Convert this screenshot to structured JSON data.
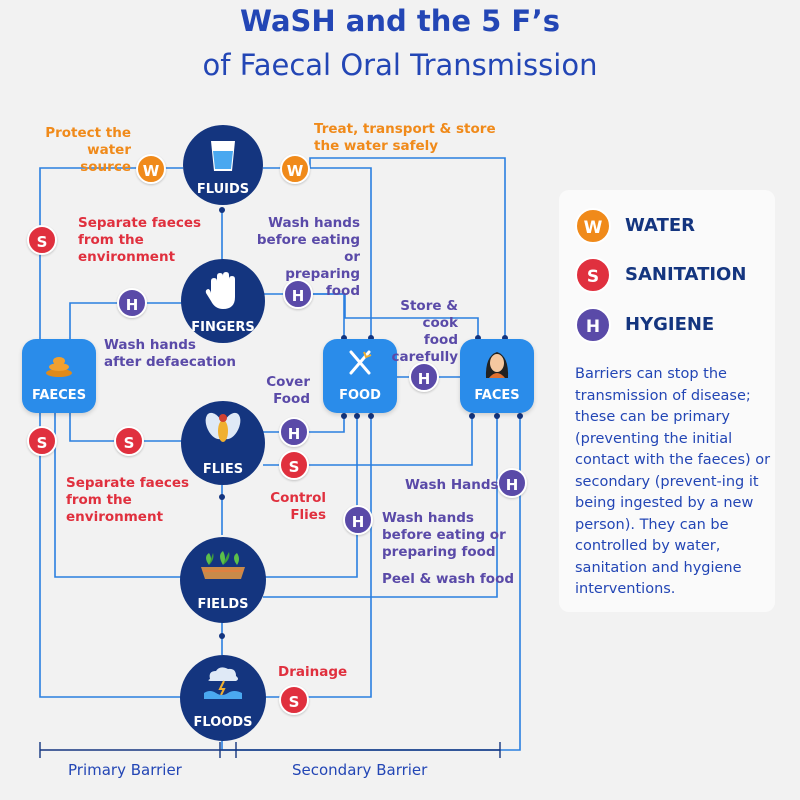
{
  "title": {
    "line1": "WaSH and the 5 F’s",
    "line2": "of Faecal Oral Transmission"
  },
  "nodes": {
    "fluids": "FLUIDS",
    "fingers": "FINGERS",
    "flies": "FLIES",
    "fields": "FIELDS",
    "floods": "FLOODS",
    "faeces": "FAECES",
    "food": "FOOD",
    "faces": "FACES"
  },
  "badges": {
    "water": "W",
    "sanitation": "S",
    "hygiene": "H"
  },
  "labels": {
    "protect_water": "Protect the\nwater source",
    "treat_water": "Treat, transport & store\nthe water safely",
    "separate_faeces_top": "Separate faeces\nfrom the\nenvironment",
    "wash_hands_eating_top": "Wash hands\nbefore eating or\npreparing food",
    "store_cook": "Store &\ncook food\ncarefully",
    "wash_defaecation": "Wash hands\nafter defaecation",
    "cover_food": "Cover\nFood",
    "separate_faeces_bottom": "Separate faeces\nfrom the\nenvironment",
    "control_flies": "Control\nFlies",
    "wash_hands_short": "Wash Hands",
    "wash_hands_eating_bottom": "Wash hands\nbefore eating or\npreparing food",
    "peel_wash": "Peel & wash food",
    "drainage": "Drainage"
  },
  "legend": {
    "water": "WATER",
    "sanitation": "SANITATION",
    "hygiene": "HYGIENE",
    "description": "Barriers can stop the transmission of disease; these can be primary (preventing the initial contact with the faeces) or secondary (prevent-ing it being ingested by a new person). They can be controlled by water, sanitation and hygiene interventions."
  },
  "barriers": {
    "primary": "Primary Barrier",
    "secondary": "Secondary Barrier"
  },
  "colors": {
    "water": "#f08a1a",
    "sanitation": "#e0303e",
    "hygiene": "#5a4aa8",
    "node_dark": "#14357f",
    "node_light": "#2a8cea",
    "line": "#2a7fe0",
    "title": "#2346b5"
  }
}
